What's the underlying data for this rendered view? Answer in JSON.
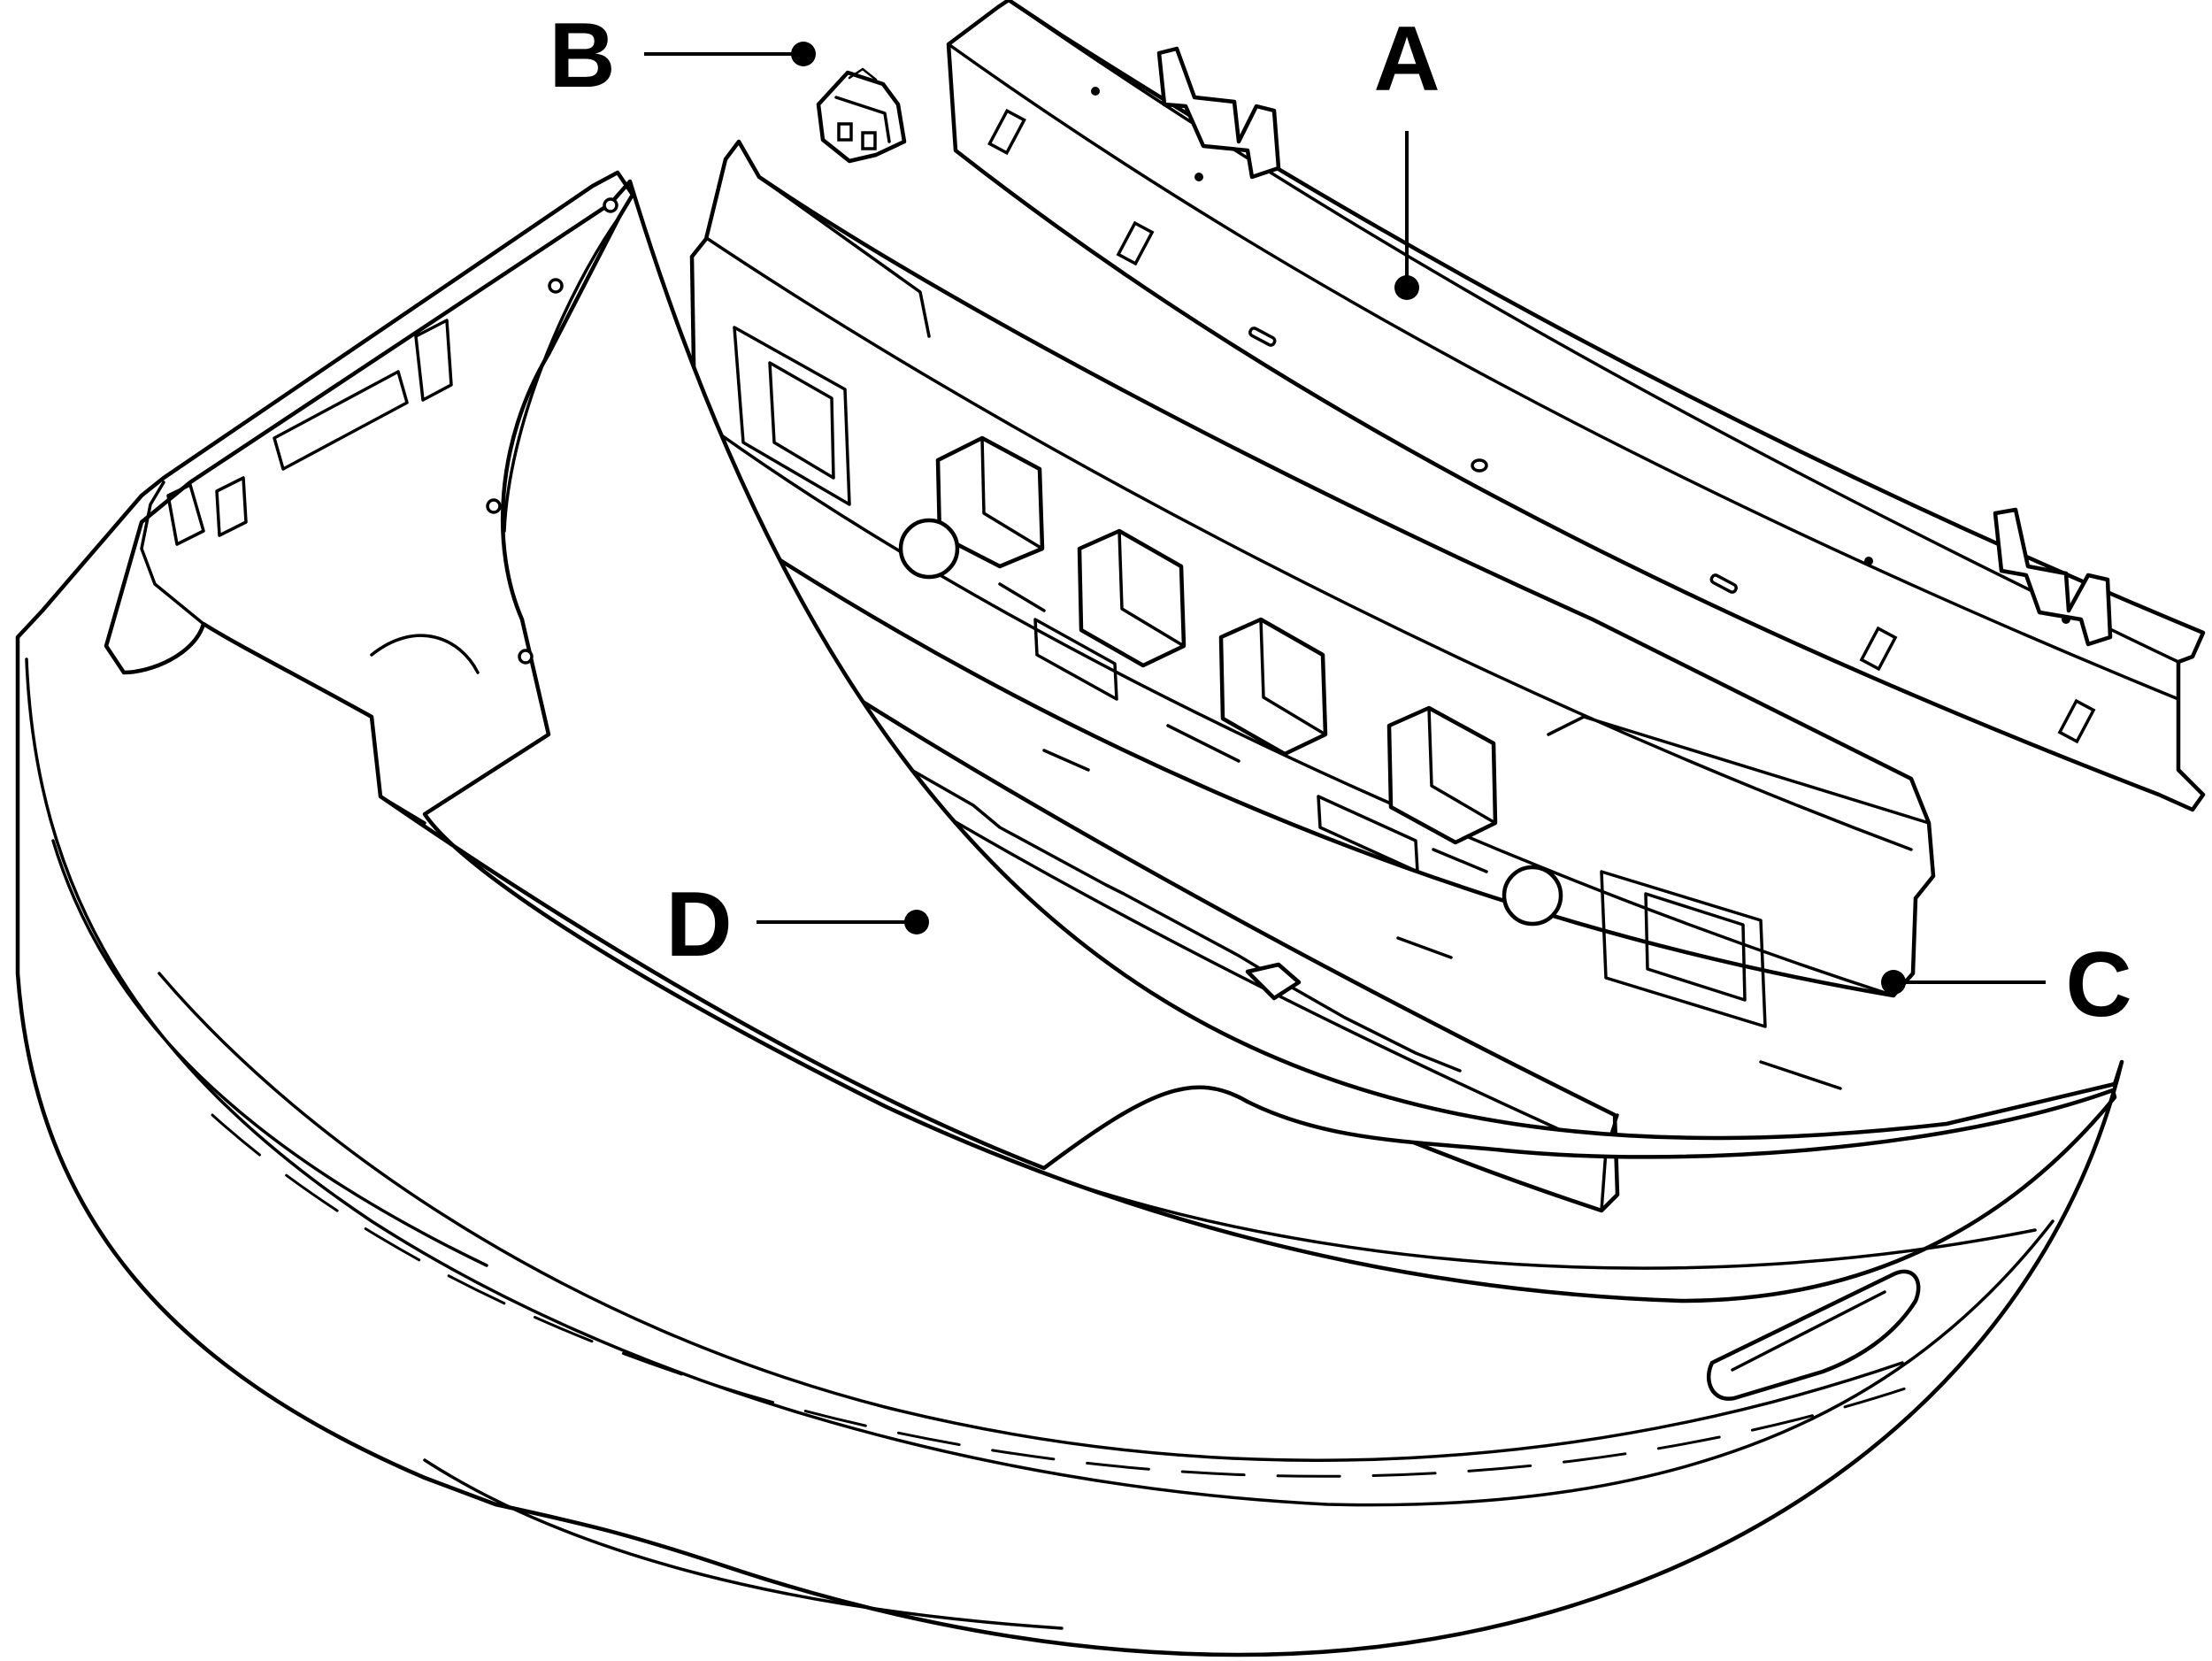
{
  "callouts": {
    "a": {
      "letter": "A",
      "part": "bumper-reinforcement-beam"
    },
    "b": {
      "letter": "B",
      "part": "mounting-bracket"
    },
    "c": {
      "letter": "C",
      "part": "bumper-carrier-frame"
    },
    "d": {
      "letter": "D",
      "part": "energy-absorber"
    }
  },
  "colors": {
    "line": "#000000",
    "background": "#ffffff"
  }
}
